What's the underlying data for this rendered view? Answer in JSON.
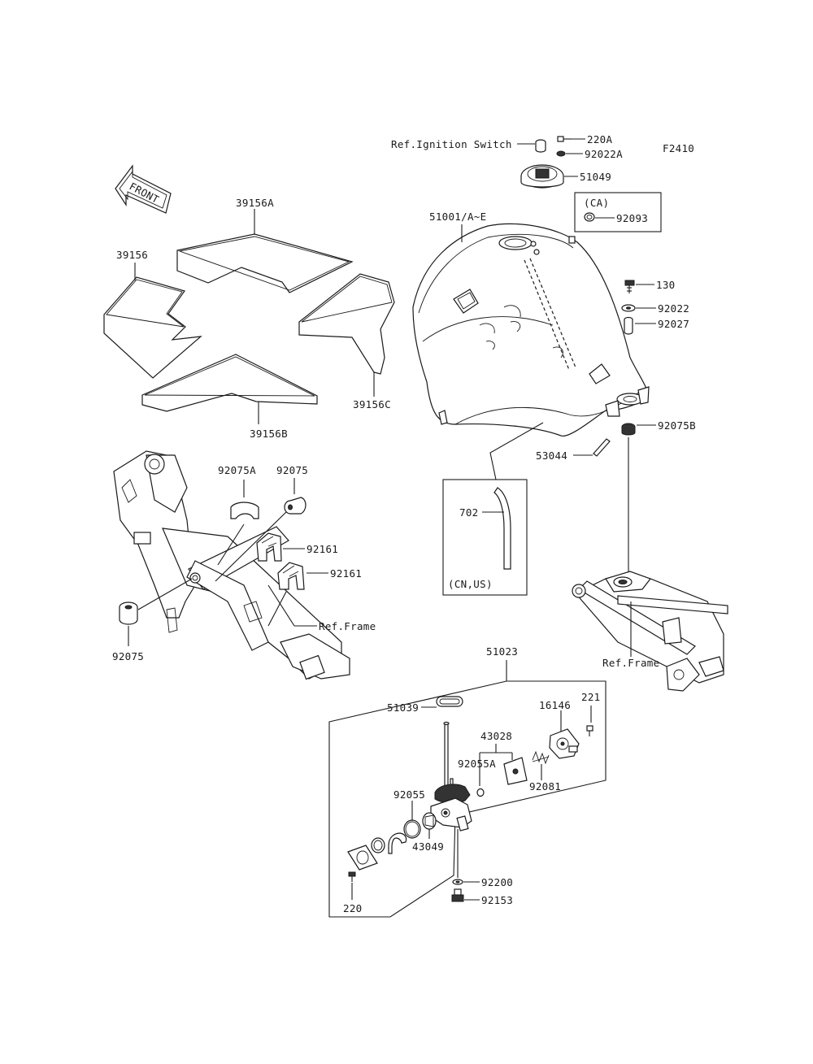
{
  "figure_code": "F2410",
  "front_arrow": "FRONT",
  "ref_ignition_switch": "Ref.Ignition Switch",
  "ca_box": {
    "title": "(CA)",
    "part": "92093"
  },
  "cn_us_box": {
    "title": "(CN,US)",
    "part": "702"
  },
  "ref_frame_left": "Ref.Frame",
  "ref_frame_right": "Ref.Frame",
  "parts": {
    "p220A": "220A",
    "p92022A": "92022A",
    "p51049": "51049",
    "p51001": "51001/A~E",
    "p130": "130",
    "p92022": "92022",
    "p92027": "92027",
    "p92075B": "92075B",
    "p53044": "53044",
    "p39156A": "39156A",
    "p39156": "39156",
    "p39156C": "39156C",
    "p39156B": "39156B",
    "p92075A": "92075A",
    "p92075_top": "92075",
    "p92161_a": "92161",
    "p92161_b": "92161",
    "p92075_left": "92075",
    "p51023": "51023",
    "p51039": "51039",
    "p43028": "43028",
    "p16146": "16146",
    "p221": "221",
    "p92055A": "92055A",
    "p92081": "92081",
    "p92055": "92055",
    "p43049": "43049",
    "p92200": "92200",
    "p92153": "92153",
    "p220": "220"
  }
}
